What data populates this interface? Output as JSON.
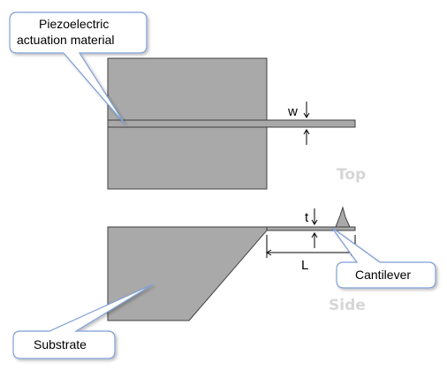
{
  "labels": {
    "piezo_line1": "Piezoelectric",
    "piezo_line2": "actuation material",
    "substrate": "Substrate",
    "cantilever": "Cantilever",
    "top_view": "Top",
    "side_view": "Side",
    "width": "w",
    "thickness": "t",
    "length": "L"
  },
  "colors": {
    "substrate_fill": "#a9a9a9",
    "outline": "#404040",
    "callout_fill": "#ffffff",
    "callout_stroke": "#7f9fd6",
    "view_label": "#d6d6d6"
  }
}
